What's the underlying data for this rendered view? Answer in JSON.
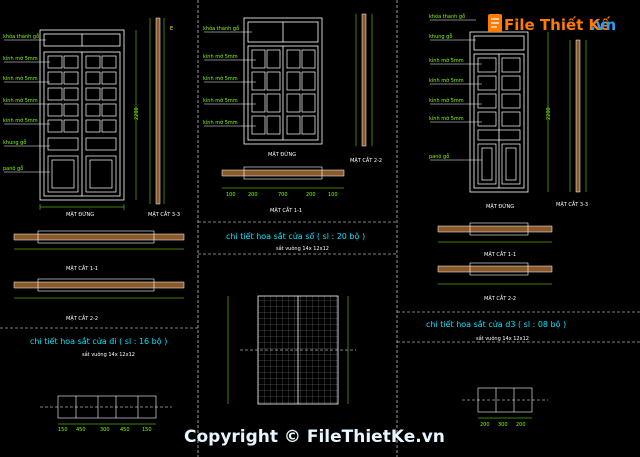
{
  "app": {
    "title": "CAD drawing viewer - door details"
  },
  "colors": {
    "background": "#000000",
    "lines": "#ffffff",
    "dims": "#7fff00",
    "titles": "#00e5ff",
    "axes": "#ffff00",
    "section": "#8b5a2b",
    "logo_orange": "#ff7a00",
    "logo_blue": "#2a9df4"
  },
  "logo": {
    "brand": "File Thiết Kế",
    "suffix": ".vn",
    "icon": "file-icon"
  },
  "watermark": {
    "text": "Copyright © FileThietKe.vn"
  },
  "panels": {
    "left": {
      "view_front": "MẶT ĐỨNG",
      "view_side": "MẶT CẮT 3-3",
      "section_1": "MẶT CẮT 1-1",
      "section_2": "MẶT CẮT 2-2",
      "detail_title": "chi tiết hoa sắt cửa đi ( sl : 16 bộ )",
      "detail_sub": "sắt vuông 14x 12x12",
      "height_dim": "2200",
      "dims_bottom": [
        "150",
        "450",
        "300",
        "450",
        "150"
      ]
    },
    "middle": {
      "view_front": "MẶT ĐỨNG",
      "view_side": "MẶT CẮT 2-2",
      "section_1": "MẶT CẮT 1-1",
      "detail_title": "chi tiết hoa sắt cửa sổ ( sl : 20 bộ )",
      "detail_sub": "sắt vuông 14x 12x12",
      "dims_bottom": [
        "100",
        "200",
        "700",
        "200",
        "100"
      ]
    },
    "right": {
      "view_front": "MẶT ĐỨNG",
      "view_side": "MẶT CẮT 3-3",
      "section_1": "MẶT CẮT 1-1",
      "section_2": "MẶT CẮT 2-2",
      "detail_title": "chi tiết hoa sắt cửa d3 ( sl : 08 bộ )",
      "detail_sub": "sắt vuông 14x 12x12",
      "height_dim": "2200",
      "dims_bottom": [
        "200",
        "300",
        "200"
      ]
    }
  }
}
